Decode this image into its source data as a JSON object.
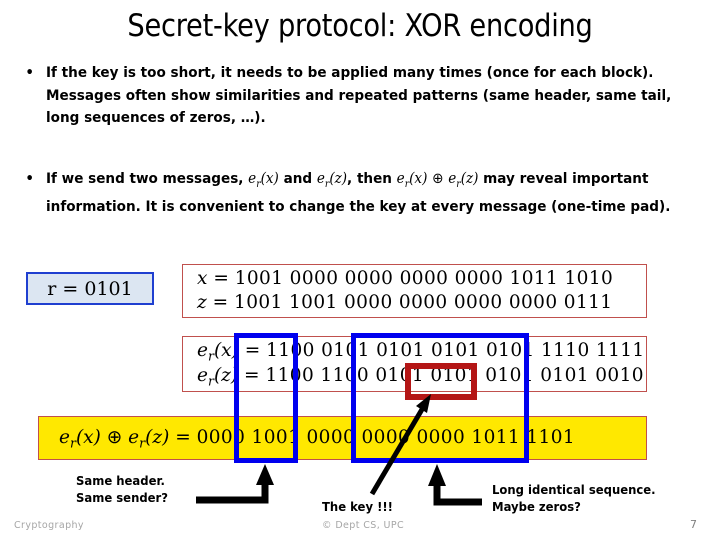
{
  "slide": {
    "title": "Secret-key protocol: XOR encoding",
    "page_number": "7"
  },
  "bullets": [
    {
      "marker": "•",
      "text": "If the key is too short, it needs to be applied many times (once for each block). Messages often show similarities and repeated patterns (same header, same tail, long sequences of zeros, …)."
    },
    {
      "marker": "•",
      "prefix": "If we send two messages, ",
      "mid1": " and ",
      "mid2": ", then ",
      "xor": "⊕",
      "suffix": " may reveal important information. It is convenient to change the key at every message (one-time pad)."
    }
  ],
  "key_box": {
    "label": "r",
    "equals": "=",
    "value": "0101",
    "full": "r = 0101",
    "fill_color": "#dce6f2",
    "border_color": "#1f3fd0"
  },
  "messages": {
    "border_color": "#c0504d",
    "rows": [
      {
        "name": "x",
        "lhs": "x  =",
        "bits": "1001 0000 0000 0000 0000 1011 1010"
      },
      {
        "name": "z",
        "lhs": "z  =",
        "bits": "1001 1001 0000 0000 0000 0000 0111"
      }
    ]
  },
  "encoded": {
    "border_color": "#c0504d",
    "rows": [
      {
        "name": "e_r(x)",
        "bits": "1100 0101 0101 0101 0101 1110 1111"
      },
      {
        "name": "e_r(z)",
        "bits": "1100 1100 0101 0101 0101 0101 0010"
      }
    ]
  },
  "xor_result": {
    "fill_color": "#ffe800",
    "border_color": "#c0504d",
    "bits": "0000 1001 0000 0000 0000 1011 1101"
  },
  "highlights": [
    {
      "name": "header-block",
      "color": "#0000ee"
    },
    {
      "name": "sequence-block",
      "color": "#0000ee"
    },
    {
      "name": "key-block",
      "color": "#b41616"
    }
  ],
  "callouts": {
    "header": {
      "line1": "Same header.",
      "line2": "Same sender?"
    },
    "key": {
      "line1": "The key !!!"
    },
    "sequence": {
      "line1": "Long identical sequence.",
      "line2": "Maybe zeros?"
    }
  },
  "footer": {
    "left": "Cryptography",
    "middle": "© Dept CS, UPC"
  }
}
